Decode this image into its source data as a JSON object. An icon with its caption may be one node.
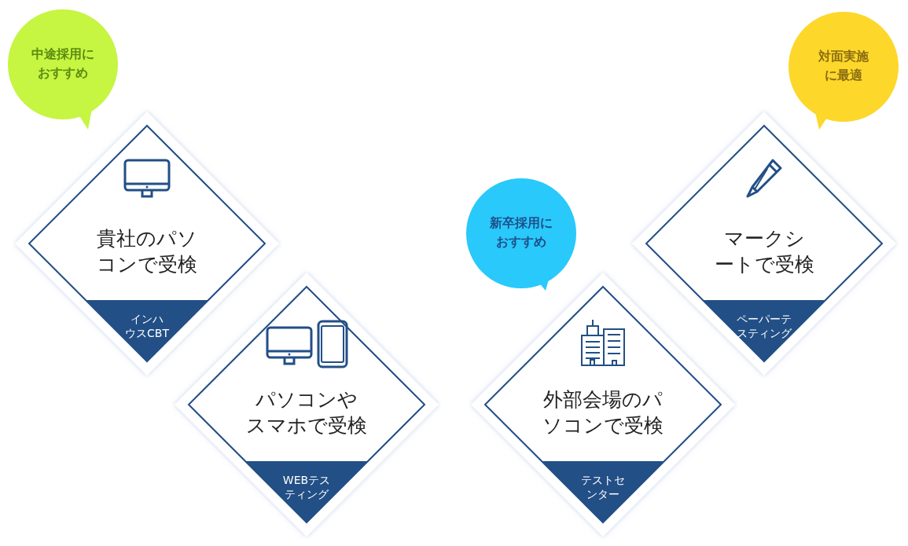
{
  "diagram": {
    "nodes": [
      {
        "text": [
          "中途採用におすすめ"
        ]
      },
      {
        "text": [
          "貴社のパソコンで受検",
          "インハウスCBT"
        ]
      },
      {
        "text": [
          "パソコンやスマホで受検",
          "WEBテスティング"
        ]
      },
      {
        "text": [
          "新卒採用におすすめ"
        ]
      },
      {
        "text": [
          "外部会場のパソコンで受検",
          "テストセンター"
        ]
      },
      {
        "text": [
          "対面実施に最適"
        ]
      },
      {
        "text": [
          "マークシートで受検",
          "ペーパーテスティング"
        ]
      }
    ]
  }
}
